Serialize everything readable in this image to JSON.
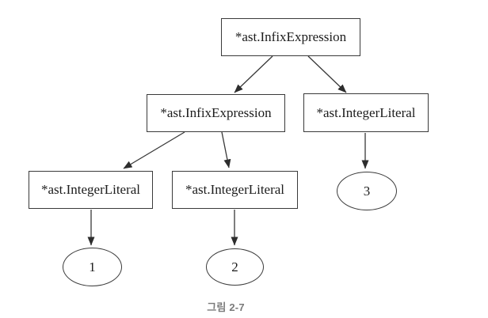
{
  "figure": {
    "caption": "그림 2-7",
    "tree": {
      "nodes": [
        {
          "id": "root-infix",
          "label": "*ast.InfixExpression",
          "shape": "box"
        },
        {
          "id": "left-infix",
          "label": "*ast.InfixExpression",
          "shape": "box"
        },
        {
          "id": "right-literal",
          "label": "*ast.IntegerLiteral",
          "shape": "box"
        },
        {
          "id": "literal-a",
          "label": "*ast.IntegerLiteral",
          "shape": "box"
        },
        {
          "id": "literal-b",
          "label": "*ast.IntegerLiteral",
          "shape": "box"
        },
        {
          "id": "value-1",
          "label": "1",
          "shape": "ellipse"
        },
        {
          "id": "value-2",
          "label": "2",
          "shape": "ellipse"
        },
        {
          "id": "value-3",
          "label": "3",
          "shape": "ellipse"
        }
      ],
      "edges": [
        {
          "from": "root-infix",
          "to": "left-infix"
        },
        {
          "from": "root-infix",
          "to": "right-literal"
        },
        {
          "from": "left-infix",
          "to": "literal-a"
        },
        {
          "from": "left-infix",
          "to": "literal-b"
        },
        {
          "from": "right-literal",
          "to": "value-3"
        },
        {
          "from": "literal-a",
          "to": "value-1"
        },
        {
          "from": "literal-b",
          "to": "value-2"
        }
      ]
    },
    "colors": {
      "stroke": "#383838",
      "node_text": "#1c1c1c",
      "caption_text": "#7a7a7a",
      "background": "#ffffff"
    }
  }
}
